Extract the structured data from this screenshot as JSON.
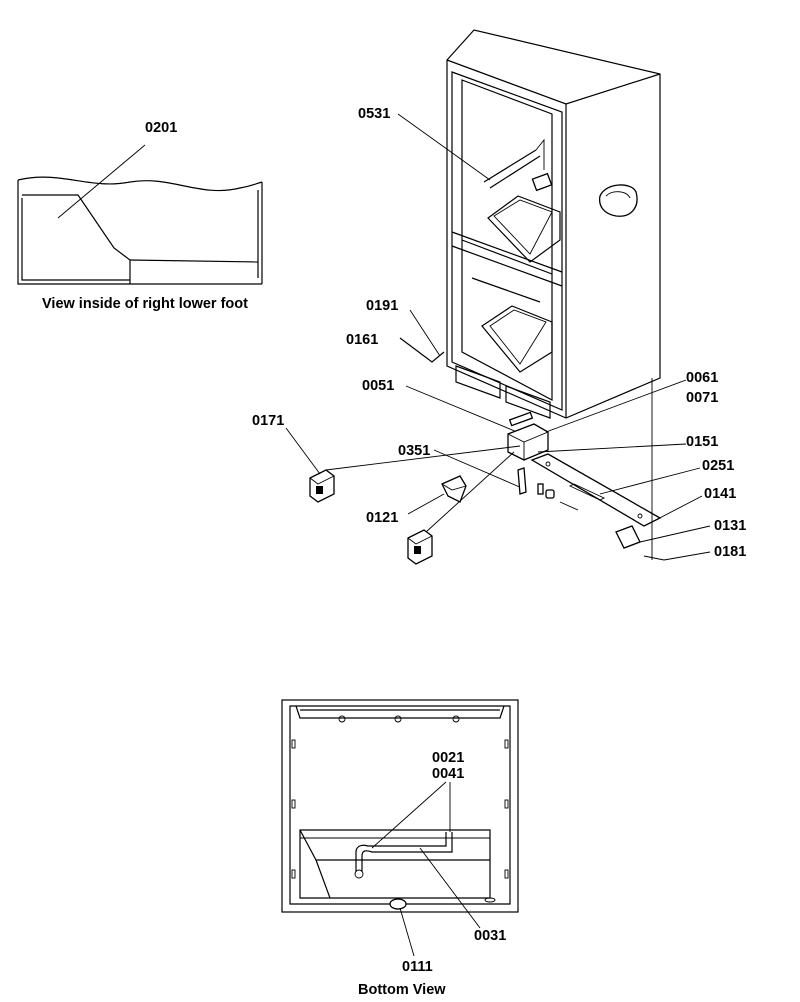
{
  "labels": {
    "p0201": "0201",
    "p0531": "0531",
    "p0191": "0191",
    "p0161": "0161",
    "p0051": "0051",
    "p0061": "0061",
    "p0071": "0071",
    "p0171": "0171",
    "p0351": "0351",
    "p0151": "0151",
    "p0251": "0251",
    "p0141": "0141",
    "p0121": "0121",
    "p0131": "0131",
    "p0181": "0181",
    "p0021": "0021",
    "p0041": "0041",
    "p0031": "0031",
    "p0111": "0111"
  },
  "captions": {
    "foot_view": "View inside of right lower foot",
    "bottom_view": "Bottom View"
  }
}
